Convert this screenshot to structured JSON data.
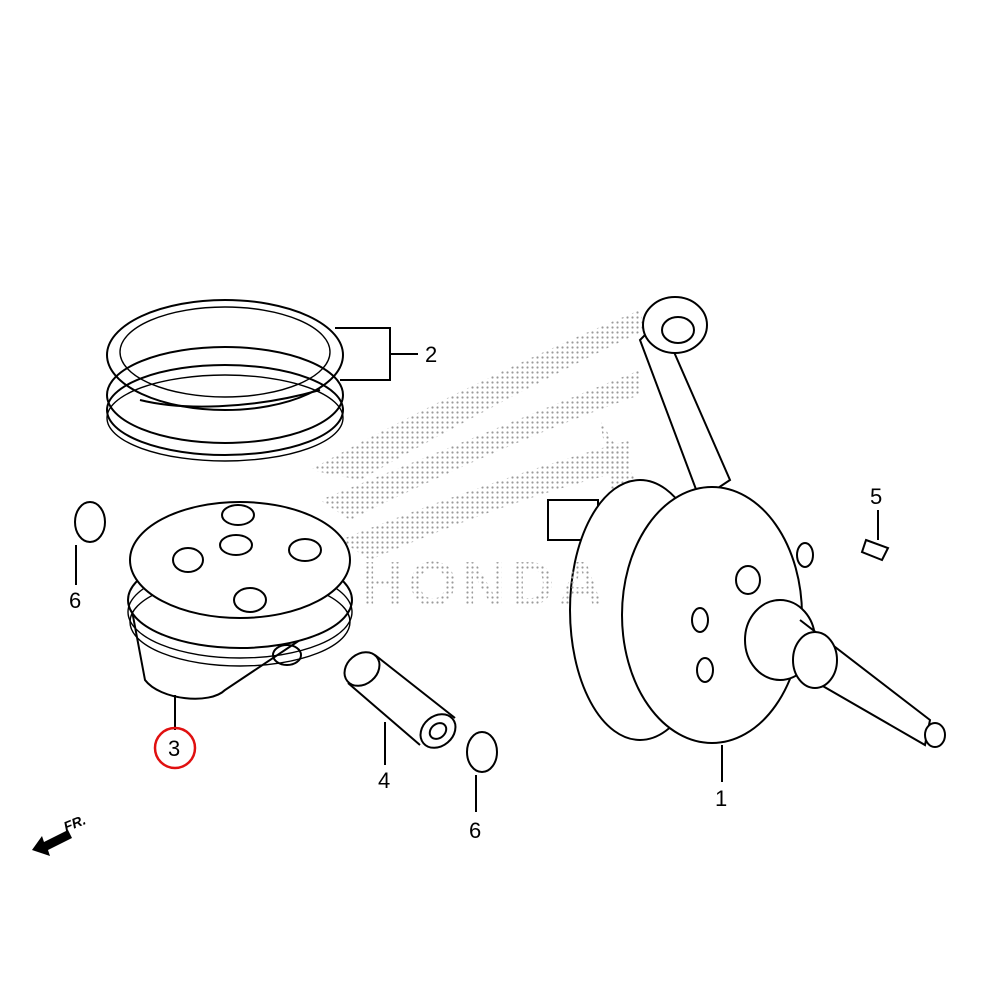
{
  "diagram": {
    "watermark": {
      "brand_text": "HONDA",
      "style": "dotted wing logo"
    },
    "callouts": [
      {
        "id": "1",
        "label": "1",
        "part": "crankshaft"
      },
      {
        "id": "2",
        "label": "2",
        "part": "piston-ring-set"
      },
      {
        "id": "3",
        "label": "3",
        "part": "piston",
        "highlighted": true
      },
      {
        "id": "4",
        "label": "4",
        "part": "piston-pin"
      },
      {
        "id": "5",
        "label": "5",
        "part": "woodruff-key"
      },
      {
        "id": "6a",
        "label": "6",
        "part": "piston-pin-clip"
      },
      {
        "id": "6b",
        "label": "6",
        "part": "piston-pin-clip"
      }
    ],
    "direction_indicator": {
      "label": "FR."
    },
    "colors": {
      "line": "#000000",
      "highlight": "#e01010",
      "watermark": "#9a9a9a"
    }
  }
}
